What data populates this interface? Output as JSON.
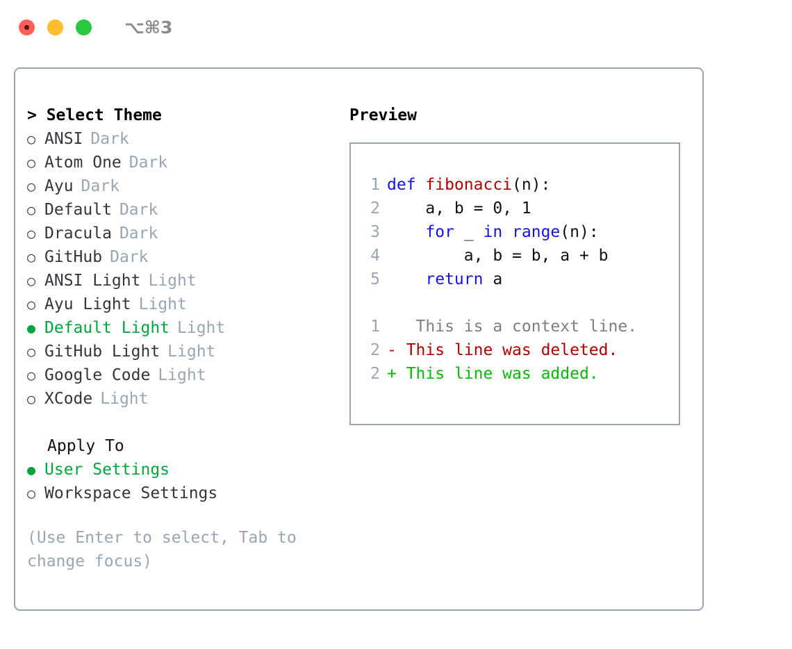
{
  "titlebar": {
    "shortcut": "⌥⌘3",
    "lights": [
      {
        "name": "close",
        "color": "#ff5f57"
      },
      {
        "name": "minimize",
        "color": "#febc2e"
      },
      {
        "name": "maximize",
        "color": "#28c840"
      }
    ]
  },
  "left": {
    "heading": "> Select Theme",
    "themes": [
      {
        "marker": "○",
        "name": "ANSI",
        "tag": "Dark",
        "selected": false
      },
      {
        "marker": "○",
        "name": "Atom One",
        "tag": "Dark",
        "selected": false
      },
      {
        "marker": "○",
        "name": "Ayu",
        "tag": "Dark",
        "selected": false
      },
      {
        "marker": "○",
        "name": "Default",
        "tag": "Dark",
        "selected": false
      },
      {
        "marker": "○",
        "name": "Dracula",
        "tag": "Dark",
        "selected": false
      },
      {
        "marker": "○",
        "name": "GitHub",
        "tag": "Dark",
        "selected": false
      },
      {
        "marker": "○",
        "name": "ANSI Light",
        "tag": "Light",
        "selected": false
      },
      {
        "marker": "○",
        "name": "Ayu Light",
        "tag": "Light",
        "selected": false
      },
      {
        "marker": "●",
        "name": "Default Light",
        "tag": "Light",
        "selected": true
      },
      {
        "marker": "○",
        "name": "GitHub Light",
        "tag": "Light",
        "selected": false
      },
      {
        "marker": "○",
        "name": "Google Code",
        "tag": "Light",
        "selected": false
      },
      {
        "marker": "○",
        "name": "XCode",
        "tag": "Light",
        "selected": false
      }
    ],
    "apply_to_heading": "Apply To",
    "apply_to": [
      {
        "marker": "●",
        "name": "User Settings",
        "selected": true
      },
      {
        "marker": "○",
        "name": "Workspace Settings",
        "selected": false
      }
    ],
    "hint": "(Use Enter to select, Tab to change focus)"
  },
  "right": {
    "title": "Preview",
    "code_lines": [
      {
        "num": "1",
        "tokens": [
          {
            "t": "def ",
            "c": "kw"
          },
          {
            "t": "fibonacci",
            "c": "fn"
          },
          {
            "t": "(n):",
            "c": "pl"
          }
        ]
      },
      {
        "num": "2",
        "tokens": [
          {
            "t": "    a, b = 0, 1",
            "c": "pl"
          }
        ]
      },
      {
        "num": "3",
        "tokens": [
          {
            "t": "    ",
            "c": "pl"
          },
          {
            "t": "for",
            "c": "kw"
          },
          {
            "t": " _ ",
            "c": "pl"
          },
          {
            "t": "in",
            "c": "kw"
          },
          {
            "t": " ",
            "c": "pl"
          },
          {
            "t": "range",
            "c": "kw"
          },
          {
            "t": "(n):",
            "c": "pl"
          }
        ]
      },
      {
        "num": "4",
        "tokens": [
          {
            "t": "        a, b = b, a + b",
            "c": "pl"
          }
        ]
      },
      {
        "num": "5",
        "tokens": [
          {
            "t": "    ",
            "c": "pl"
          },
          {
            "t": "return",
            "c": "kw"
          },
          {
            "t": " a",
            "c": "pl"
          }
        ]
      }
    ],
    "diff_lines": [
      {
        "num": "1",
        "sign": " ",
        "text": "  This is a context line.",
        "kind": "ctx"
      },
      {
        "num": "2",
        "sign": "-",
        "text": " This line was deleted.",
        "kind": "del"
      },
      {
        "num": "2",
        "sign": "+",
        "text": " This line was added.",
        "kind": "add"
      }
    ]
  },
  "colors": {
    "accent_green": "#00a63c",
    "border": "#9aa5b1",
    "muted": "#9aa5b4",
    "keyword_blue": "#1414e0",
    "function_red": "#b00000",
    "diff_add_green": "#00bb00",
    "diff_del_red": "#b00000",
    "diff_ctx_gray": "#7f7f7f"
  }
}
